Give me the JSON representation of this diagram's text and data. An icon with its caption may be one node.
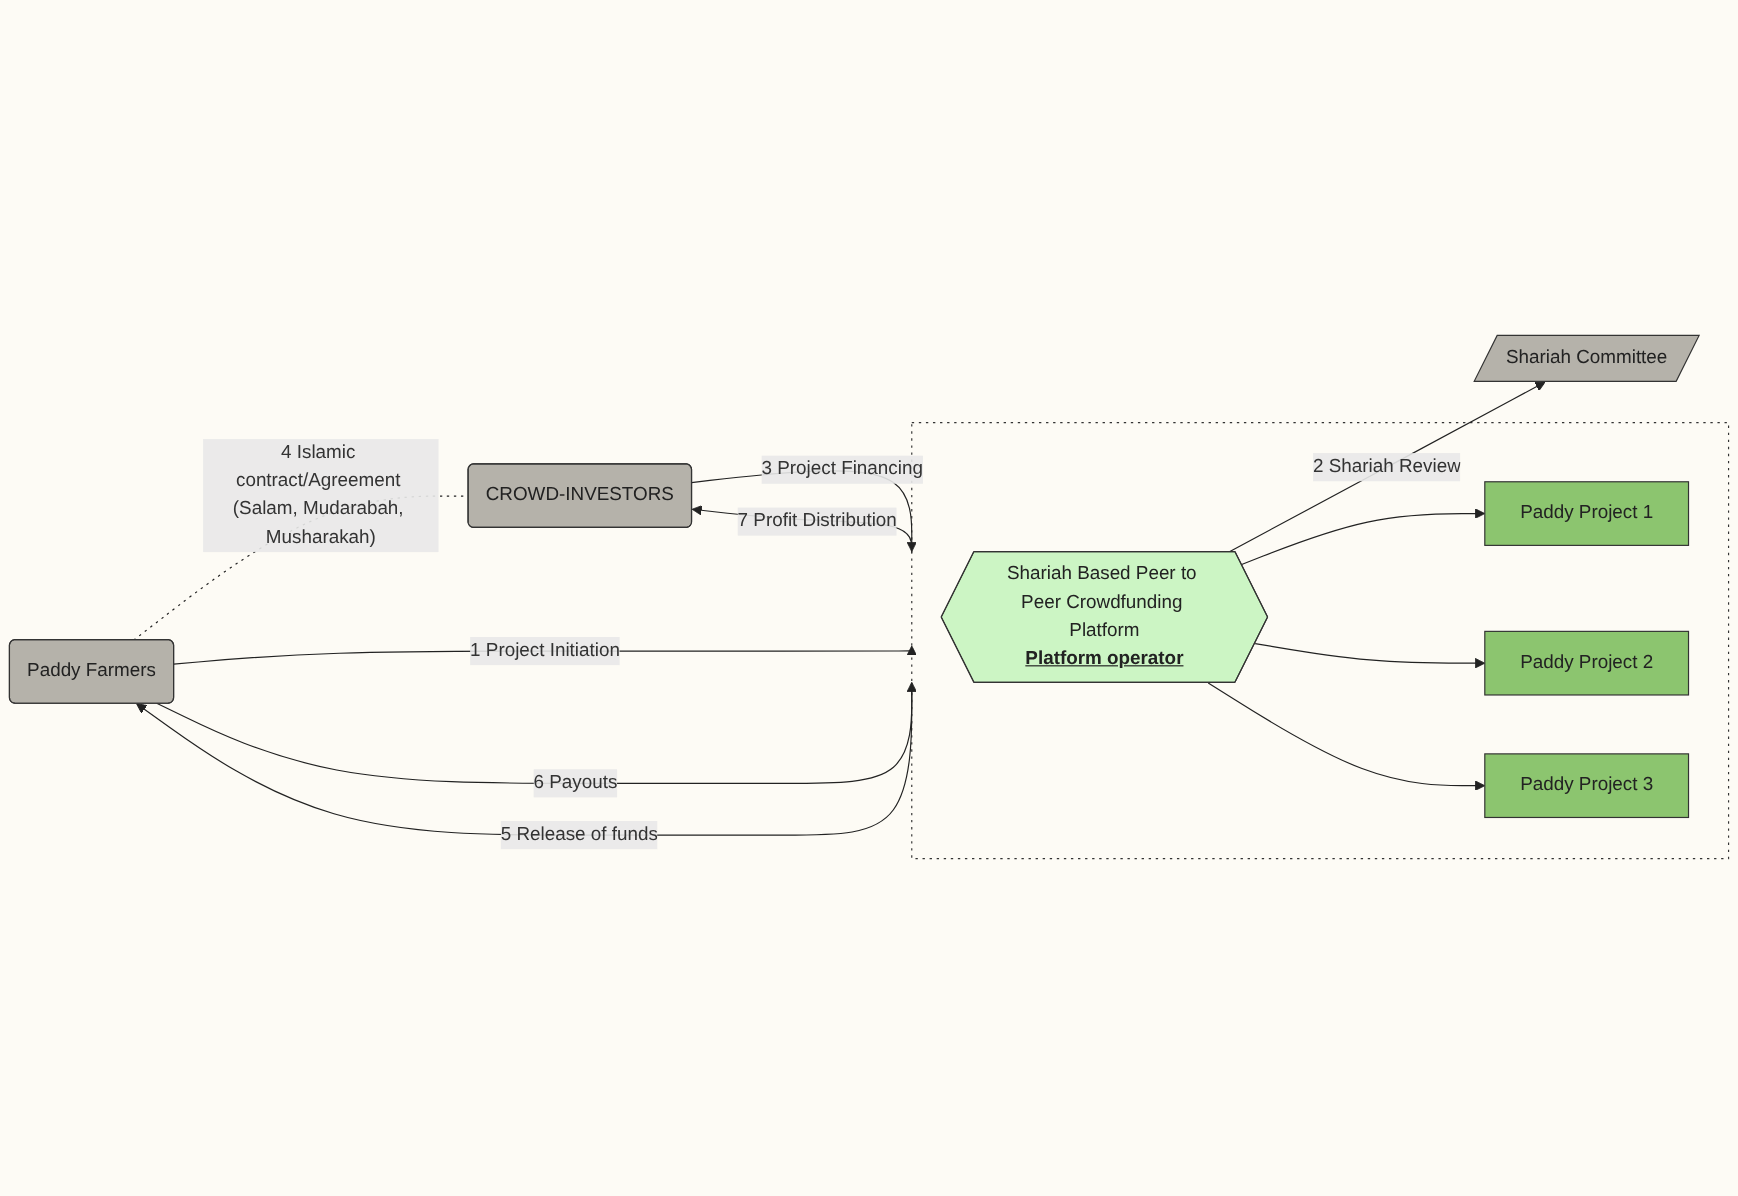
{
  "diagram": {
    "nodes": [
      {
        "text": [
          "Paddy Farmers"
        ]
      },
      {
        "text": [],
        "shape": "box"
      },
      {
        "text": [
          "Shariah Based Peer to Peer Crowdfunding Platform",
          "Platform operator"
        ],
        "in": 1
      },
      {
        "text": [
          "Shariah Committee"
        ]
      },
      {
        "text": [
          "Paddy Project 1"
        ],
        "in": 1
      },
      {
        "text": [
          "Paddy Project 2"
        ],
        "in": 1
      },
      {
        "text": [
          "Paddy Project 3"
        ],
        "in": 1
      },
      {
        "text": [
          "CROWD-INVESTORS"
        ]
      }
    ],
    "edges": [
      {
        "from": 0,
        "to": 1,
        "arrow": "to",
        "label": "1 Project Initiation"
      },
      {
        "from": 2,
        "to": 3,
        "arrow": "to",
        "label": "2 Shariah Review"
      },
      {
        "from": 7,
        "to": 1,
        "arrow": "to",
        "label": "3 Project Financing"
      },
      {
        "from": 0,
        "to": 7,
        "arrow": "none",
        "style": "dashed",
        "label": "4 Islamic contract/Agreement (Salam, Mudarabah, Musharakah)"
      },
      {
        "from": 1,
        "to": 0,
        "arrow": "to",
        "label": "5 Release of funds"
      },
      {
        "from": 0,
        "to": 1,
        "arrow": "to",
        "label": "6 Payouts"
      },
      {
        "from": 1,
        "to": 7,
        "arrow": "to",
        "label": "7 Profit Distribution"
      },
      {
        "from": 2,
        "to": 4,
        "arrow": "to"
      },
      {
        "from": 2,
        "to": 5,
        "arrow": "to"
      },
      {
        "from": 2,
        "to": 6,
        "arrow": "to"
      }
    ]
  }
}
